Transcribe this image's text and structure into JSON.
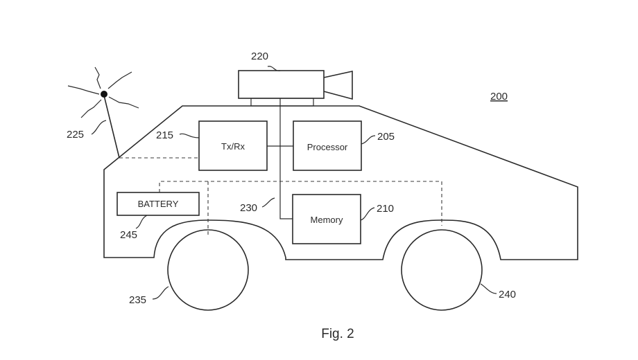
{
  "diagram": {
    "figure_caption": "Fig. 2",
    "reference_200": "200",
    "camera": {
      "ref": "220"
    },
    "antenna": {
      "ref": "225"
    },
    "txrx": {
      "label": "Tx/Rx",
      "ref": "215"
    },
    "processor": {
      "label": "Processor",
      "ref": "205"
    },
    "memory": {
      "label": "Memory",
      "ref": "210"
    },
    "battery": {
      "label": "BATTERY",
      "ref": "245"
    },
    "bus": {
      "ref": "230"
    },
    "front_wheel": {
      "ref": "235"
    },
    "rear_wheel": {
      "ref": "240"
    }
  }
}
